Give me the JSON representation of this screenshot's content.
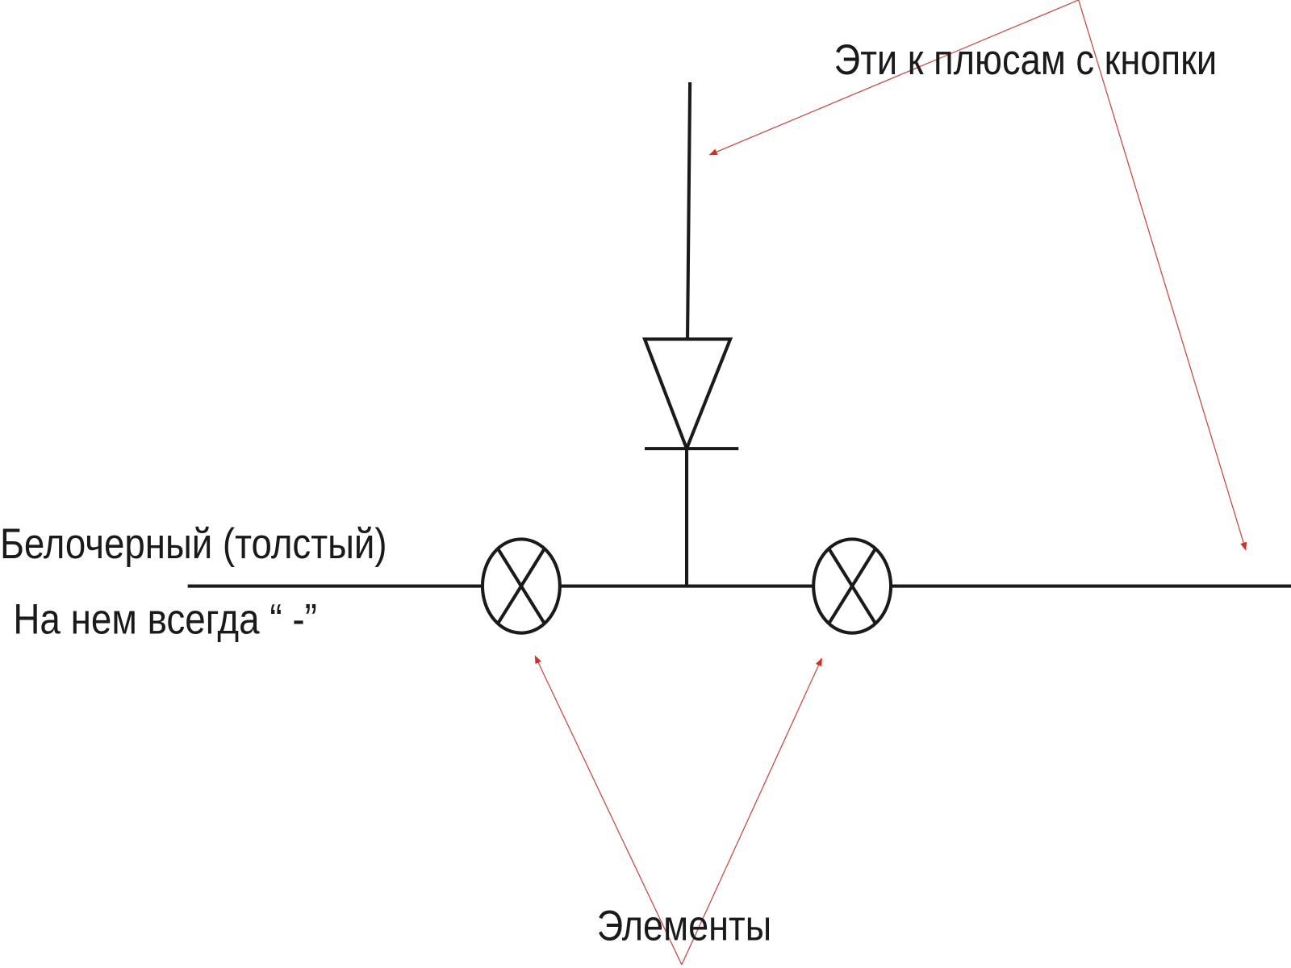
{
  "labels": {
    "plus_note": "Эти к плюсам с кнопки",
    "wire_title": "Белочерный (толстый)",
    "wire_note": "На нем всегда “ -”",
    "elements": "Элементы"
  },
  "colors": {
    "wire": "#1a1a1a",
    "annotation_arrow": "#c0392b"
  },
  "components": [
    "lamp-1",
    "lamp-2",
    "diode"
  ]
}
